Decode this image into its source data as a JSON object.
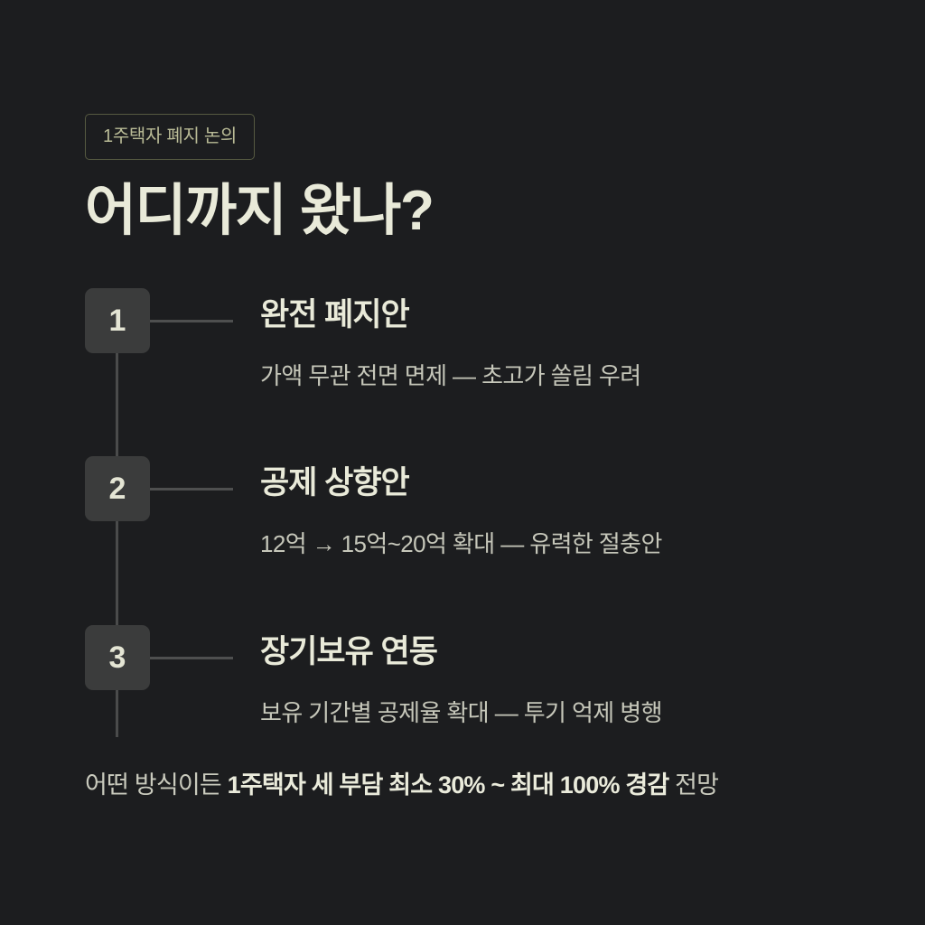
{
  "theme": {
    "background": "#1c1d1f",
    "cream": "#e9ead9",
    "muted": "#c6c7ba",
    "khaki": "#b9bb96",
    "badge_fill": "#3b3c3c",
    "line": "#4e4f4f",
    "tag_border": "#565a41"
  },
  "header": {
    "tag": "1주택자 폐지 논의",
    "title": "어디까지 왔나?"
  },
  "timeline": {
    "steps": [
      {
        "number": "1",
        "title": "완전 폐지안",
        "desc": "가액 무관 전면 면제 — 초고가 쏠림 우려"
      },
      {
        "number": "2",
        "title": "공제 상향안",
        "desc": "12억 → 15억~20억 확대 — 유력한 절충안"
      },
      {
        "number": "3",
        "title": "장기보유 연동",
        "desc": "보유 기간별 공제율 확대 — 투기 억제 병행"
      }
    ]
  },
  "footer": {
    "lead": "어떤 방식이든 ",
    "highlight": "1주택자 세 부담 최소 30% ~ 최대 100% 경감",
    "tail": " 전망"
  }
}
